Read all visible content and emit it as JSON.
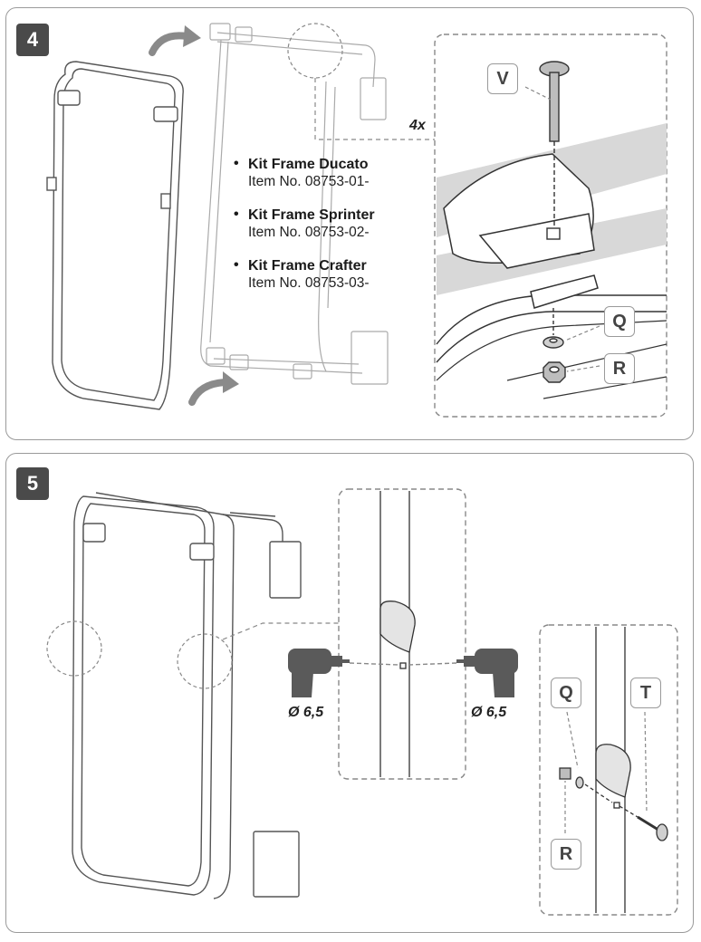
{
  "step4": {
    "number": "4",
    "kits": [
      {
        "name": "Kit Frame Ducato",
        "item": "Item No. 08753-01-"
      },
      {
        "name": "Kit Frame Sprinter",
        "item": "Item No. 08753-02-"
      },
      {
        "name": "Kit Frame Crafter",
        "item": "Item No. 08753-03-"
      }
    ],
    "quantity": "4x",
    "parts": {
      "v": "V",
      "q": "Q",
      "r": "R"
    }
  },
  "step5": {
    "number": "5",
    "drill_left": "Ø 6,5",
    "drill_right": "Ø 6,5",
    "parts": {
      "q": "Q",
      "t": "T",
      "r": "R"
    }
  },
  "colors": {
    "drill": "#5a5a5a",
    "border": "#9a9a9a",
    "badge": "#4a4a4a",
    "rail": "#d8d8d8"
  }
}
